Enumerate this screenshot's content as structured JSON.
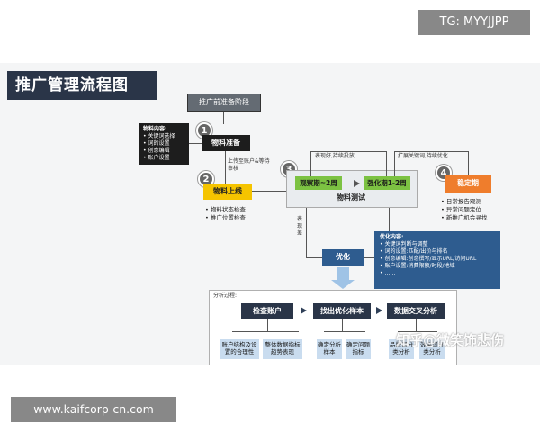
{
  "corner_tag": "TG: MYYJJPP",
  "site_tag": "www.kaifcorp-cn.com",
  "diagram_title": "推广管理流程图",
  "stage_prep": "推广前准备阶段",
  "step_numbers": [
    "1",
    "2",
    "3",
    "4"
  ],
  "material_box": {
    "title": "物料内容:",
    "items": [
      "关键词选择",
      "词的设置",
      "创意编辑",
      "账户设置"
    ]
  },
  "material_prep": "物料准备",
  "upload_note": "上传至账户&等待审核",
  "material_online": "物料上线",
  "online_checks": [
    "物料状态检查",
    "推广位置检查"
  ],
  "perf_good_note": "表现好,持续投放",
  "expand_note": "扩展关键词,持续优化",
  "observe_period": "观察期≈2周",
  "enhance_period": "强化期1-2周",
  "material_test": "物料测试",
  "poor_note": "表现差",
  "stable_period": "稳定期",
  "stable_items": [
    "日常报告观测",
    "异常问题定位",
    "新推广机会寻找"
  ],
  "optimize": "优化",
  "optimize_box": {
    "title": "优化内容:",
    "items": [
      "关键词判断与调整",
      "词的设置:匹配/出价与排名",
      "创意编辑:创意撰写/显示URL/访问URL",
      "账户设置:消费限额/时段/地域",
      "……"
    ]
  },
  "analysis_label": "分析过程:",
  "analysis_steps": [
    "检查账户",
    "找出优化样本",
    "数据交叉分析"
  ],
  "analysis_sub": [
    "账户结构及设置的合理性",
    "整体数据指标趋势表现",
    "确定分析样本",
    "确定问题指标",
    "品牌词分类分析",
    "效果词分类分析"
  ],
  "watermark": "知乎@微笑饰悲伤"
}
